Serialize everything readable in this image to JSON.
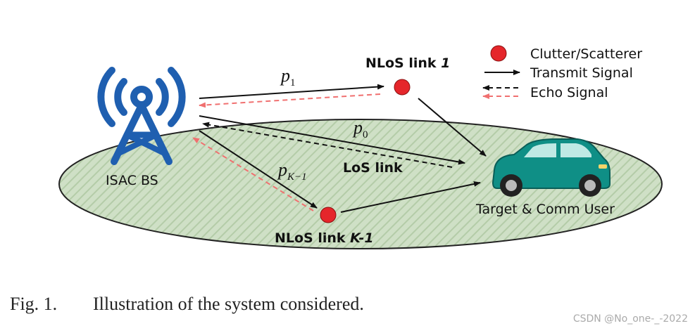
{
  "diagram": {
    "labels": {
      "bs": "ISAC BS",
      "target": "Target & Comm User",
      "nlos1_prefix": "NLoS link ",
      "nlos1_index": "1",
      "nlosK_prefix": "NLoS link ",
      "nlosK_index": "K-1",
      "los": "LoS link"
    },
    "math": {
      "p1_base": "p",
      "p1_sub": "1",
      "p0_base": "p",
      "p0_sub": "0",
      "pK_base": "p",
      "pK_sub": "K−1"
    },
    "legend": {
      "clutter": "Clutter/Scatterer",
      "transmit": "Transmit Signal",
      "echo": "Echo Signal"
    },
    "colors": {
      "tower": "#1f5fb0",
      "ground_fill": "#cfe0c6",
      "ground_stripe": "#b7cfab",
      "scatterer": "#e5262b",
      "car_body": "#0f8f86",
      "transmit": "#111111",
      "echo_los": "#111111",
      "echo_nlos": "#f07070"
    }
  },
  "caption": {
    "number": "Fig. 1.",
    "text": "Illustration of the system considered."
  },
  "watermark": "CSDN @No_one-_-2022"
}
